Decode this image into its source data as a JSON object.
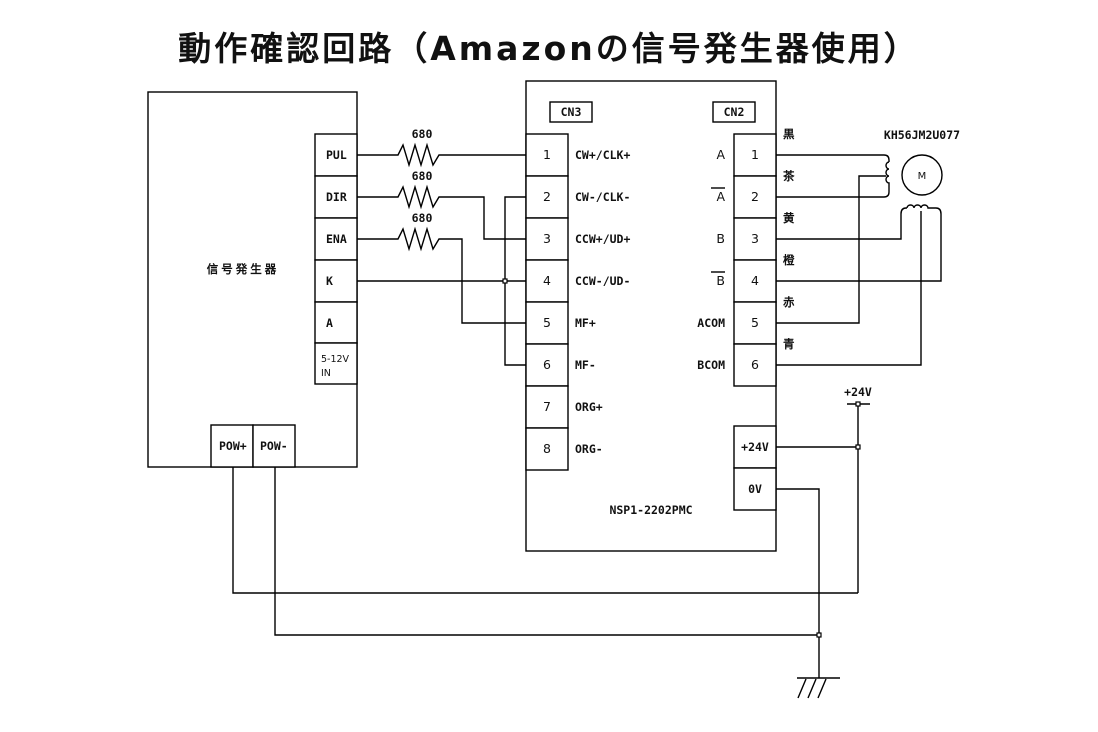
{
  "title": "動作確認回路（Amazonの信号発生器使用）",
  "signal_generator": {
    "label": "信号発生器",
    "terminals": [
      "PUL",
      "DIR",
      "ENA",
      "K",
      "A",
      "5-12V IN"
    ],
    "terminal_in_line1": "5-12V",
    "terminal_in_line2": "IN",
    "power_terminals": [
      "POW+",
      "POW-"
    ]
  },
  "resistors": [
    {
      "value": "680",
      "from": "PUL",
      "to": "CN3-1"
    },
    {
      "value": "680",
      "from": "DIR",
      "to": "CN3-3"
    },
    {
      "value": "680",
      "from": "ENA",
      "to": "CN3-5"
    }
  ],
  "driver": {
    "model": "NSP1-2202PMC",
    "cn3": {
      "label": "CN3",
      "pins": [
        {
          "num": "1",
          "signal": "CW+/CLK+"
        },
        {
          "num": "2",
          "signal": "CW-/CLK-"
        },
        {
          "num": "3",
          "signal": "CCW+/UD+"
        },
        {
          "num": "4",
          "signal": "CCW-/UD-"
        },
        {
          "num": "5",
          "signal": "MF+"
        },
        {
          "num": "6",
          "signal": "MF-"
        },
        {
          "num": "7",
          "signal": "ORG+"
        },
        {
          "num": "8",
          "signal": "ORG-"
        }
      ]
    },
    "cn2": {
      "label": "CN2",
      "pins": [
        {
          "num": "1",
          "signal": "A",
          "overline": false,
          "wire_color": "黒"
        },
        {
          "num": "2",
          "signal": "A",
          "overline": true,
          "wire_color": "茶"
        },
        {
          "num": "3",
          "signal": "B",
          "overline": false,
          "wire_color": "黄"
        },
        {
          "num": "4",
          "signal": "B",
          "overline": true,
          "wire_color": "橙"
        },
        {
          "num": "5",
          "signal": "ACOM",
          "overline": false,
          "wire_color": "赤"
        },
        {
          "num": "6",
          "signal": "BCOM",
          "overline": false,
          "wire_color": "青"
        }
      ]
    },
    "power_terminals": [
      "+24V",
      "0V"
    ]
  },
  "motor": {
    "model": "KH56JM2U077",
    "symbol": "M"
  },
  "supply": {
    "label": "+24V"
  }
}
